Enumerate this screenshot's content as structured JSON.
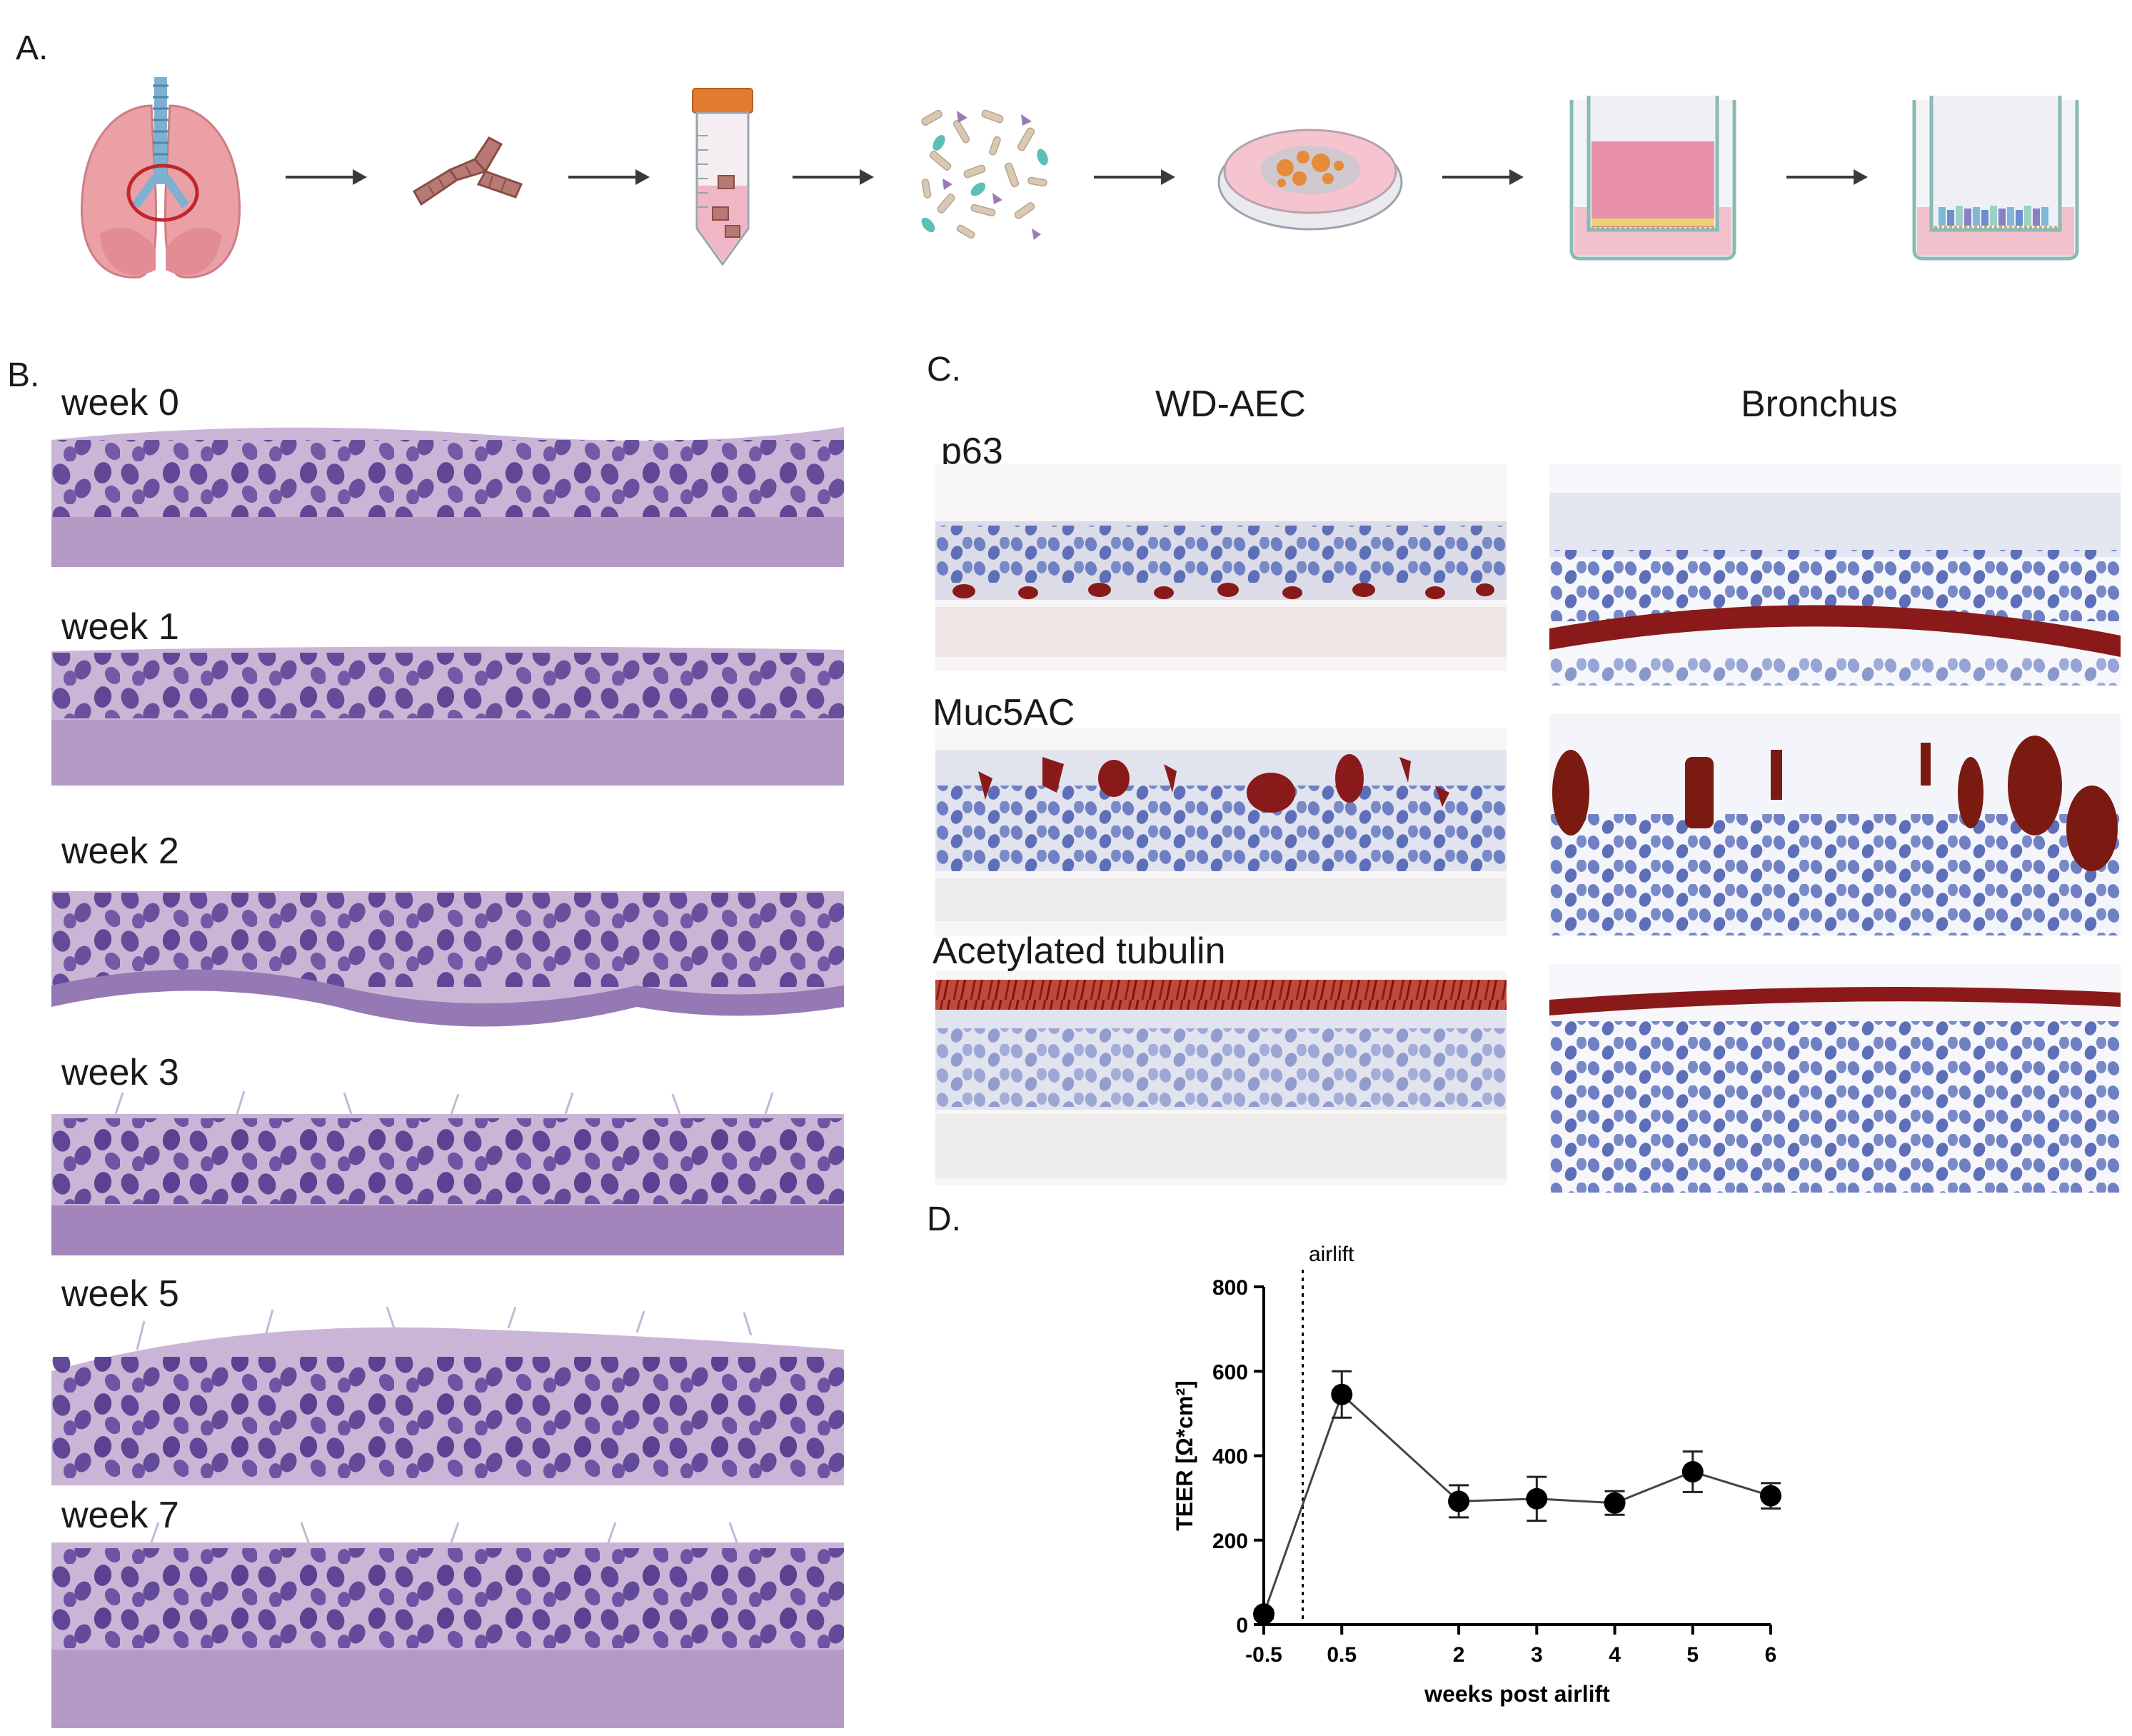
{
  "panels": {
    "a": "A.",
    "b": "B.",
    "c": "C.",
    "d": "D."
  },
  "panel_b": {
    "weeks": [
      "week 0",
      "week 1",
      "week 2",
      "week 3",
      "week 5",
      "week 7"
    ]
  },
  "panel_c": {
    "col_left": "WD-AEC",
    "col_right": "Bronchus",
    "stains": [
      "p63",
      "Muc5AC",
      "Acetylated tubulin"
    ]
  },
  "colors": {
    "he_tissue": "#b59ac6",
    "he_nucleus": "#5b3f93",
    "ihc_nucleus": "#6e7fc4",
    "ihc_positive": "#8a1a1a"
  },
  "chart_data": {
    "type": "line",
    "ylabel": "TEER [Ω*cm²]",
    "xlabel": "weeks post airlift",
    "annotation": "airlift",
    "x_ticks": [
      "-0.5",
      "0.5",
      "2",
      "3",
      "4",
      "5",
      "6"
    ],
    "y_ticks": [
      "0",
      "200",
      "400",
      "600",
      "800"
    ],
    "ylim": [
      0,
      800
    ],
    "xlim": [
      -0.5,
      6
    ],
    "airlift_x": 0,
    "series": [
      {
        "x": [
          -0.5,
          0.5,
          2,
          3,
          4,
          5,
          6
        ],
        "y": [
          25,
          545,
          292,
          298,
          288,
          362,
          305
        ],
        "err": [
          10,
          55,
          38,
          52,
          28,
          48,
          30
        ]
      }
    ]
  }
}
